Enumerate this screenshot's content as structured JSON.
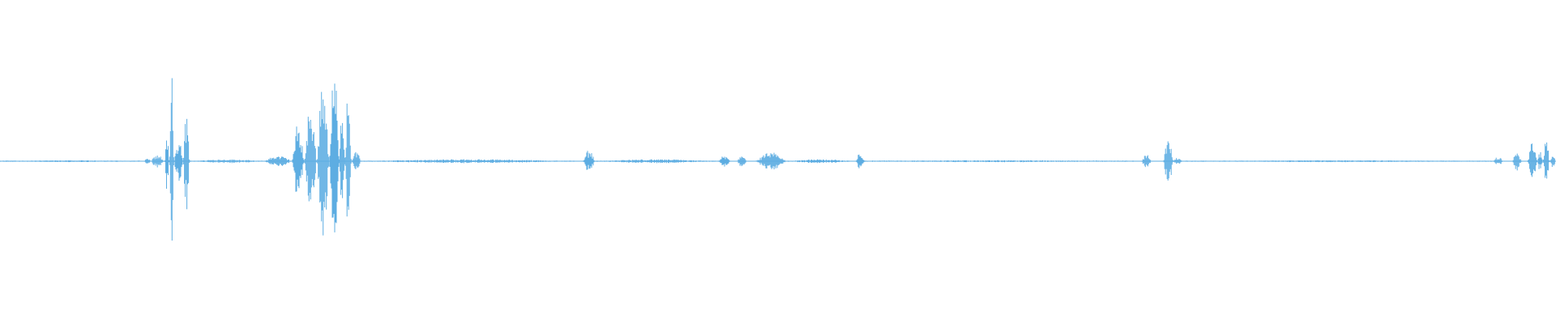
{
  "waveform": {
    "color": "#5DADE2",
    "background": "#FFFFFF",
    "duration_fraction_note": "",
    "amplitude_range": [
      -1,
      1
    ],
    "segments": [
      {
        "start": 0.0,
        "end": 0.09,
        "peak": 0.01
      },
      {
        "start": 0.093,
        "end": 0.097,
        "peak": 0.04
      },
      {
        "start": 0.097,
        "end": 0.106,
        "peak": 0.07
      },
      {
        "start": 0.106,
        "end": 0.109,
        "peak": 0.3
      },
      {
        "start": 0.109,
        "end": 0.112,
        "peak": 0.94
      },
      {
        "start": 0.112,
        "end": 0.118,
        "peak": 0.22
      },
      {
        "start": 0.118,
        "end": 0.122,
        "peak": 0.6
      },
      {
        "start": 0.122,
        "end": 0.17,
        "peak": 0.02
      },
      {
        "start": 0.17,
        "end": 0.188,
        "peak": 0.06
      },
      {
        "start": 0.188,
        "end": 0.196,
        "peak": 0.4
      },
      {
        "start": 0.196,
        "end": 0.204,
        "peak": 0.62
      },
      {
        "start": 0.204,
        "end": 0.212,
        "peak": 1.0
      },
      {
        "start": 0.212,
        "end": 0.218,
        "peak": 1.05
      },
      {
        "start": 0.218,
        "end": 0.222,
        "peak": 0.8
      },
      {
        "start": 0.222,
        "end": 0.226,
        "peak": 0.86
      },
      {
        "start": 0.226,
        "end": 0.232,
        "peak": 0.1
      },
      {
        "start": 0.232,
        "end": 0.37,
        "peak": 0.02
      },
      {
        "start": 0.375,
        "end": 0.383,
        "peak": 0.12
      },
      {
        "start": 0.383,
        "end": 0.46,
        "peak": 0.02
      },
      {
        "start": 0.462,
        "end": 0.47,
        "peak": 0.06
      },
      {
        "start": 0.474,
        "end": 0.48,
        "peak": 0.08
      },
      {
        "start": 0.486,
        "end": 0.506,
        "peak": 0.09
      },
      {
        "start": 0.506,
        "end": 0.548,
        "peak": 0.02
      },
      {
        "start": 0.55,
        "end": 0.556,
        "peak": 0.1
      },
      {
        "start": 0.556,
        "end": 0.73,
        "peak": 0.01
      },
      {
        "start": 0.734,
        "end": 0.74,
        "peak": 0.1
      },
      {
        "start": 0.748,
        "end": 0.754,
        "peak": 0.3
      },
      {
        "start": 0.754,
        "end": 0.76,
        "peak": 0.04
      },
      {
        "start": 0.76,
        "end": 0.96,
        "peak": 0.01
      },
      {
        "start": 0.96,
        "end": 0.966,
        "peak": 0.05
      },
      {
        "start": 0.972,
        "end": 0.978,
        "peak": 0.1
      },
      {
        "start": 0.982,
        "end": 0.988,
        "peak": 0.22
      },
      {
        "start": 0.988,
        "end": 0.992,
        "peak": 0.1
      },
      {
        "start": 0.992,
        "end": 0.996,
        "peak": 0.3
      },
      {
        "start": 0.996,
        "end": 1.0,
        "peak": 0.08
      }
    ]
  }
}
